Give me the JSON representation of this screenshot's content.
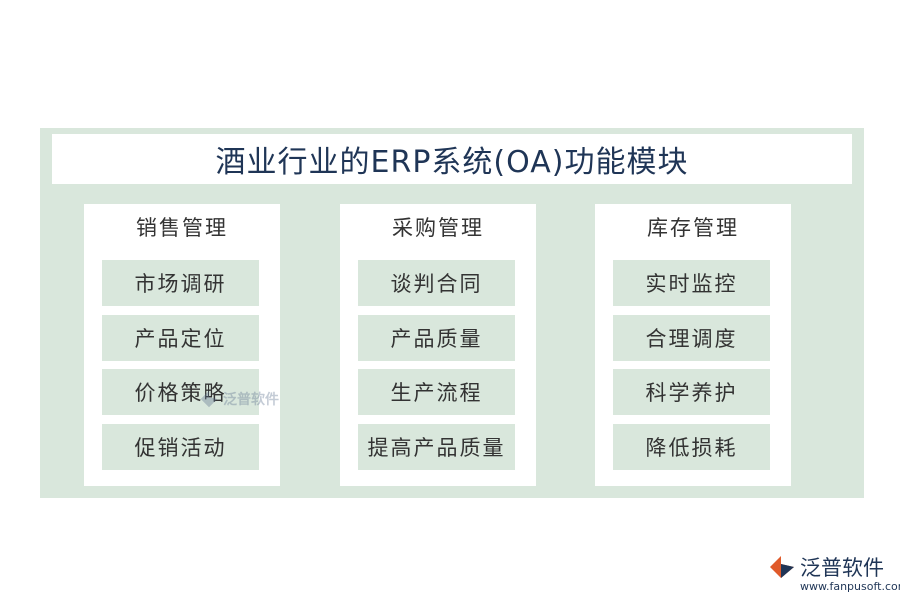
{
  "title": "酒业行业的ERP系统(OA)功能模块",
  "columns": [
    {
      "title": "销售管理",
      "items": [
        "市场调研",
        "产品定位",
        "价格策略",
        "促销活动"
      ]
    },
    {
      "title": "采购管理",
      "items": [
        "谈判合同",
        "产品质量",
        "生产流程",
        "提高产品质量"
      ]
    },
    {
      "title": "库存管理",
      "items": [
        "实时监控",
        "合理调度",
        "科学养护",
        "降低损耗"
      ]
    }
  ],
  "watermark": {
    "text": "泛普软件",
    "icon": "fanpu-logo-icon"
  },
  "brand": {
    "name": "泛普软件",
    "url": "www.fanpusoft.com",
    "icon": "fanpu-logo-icon"
  },
  "colors": {
    "panel": "#d9e7dc",
    "title_text": "#1f3556",
    "item_text": "#333333"
  }
}
